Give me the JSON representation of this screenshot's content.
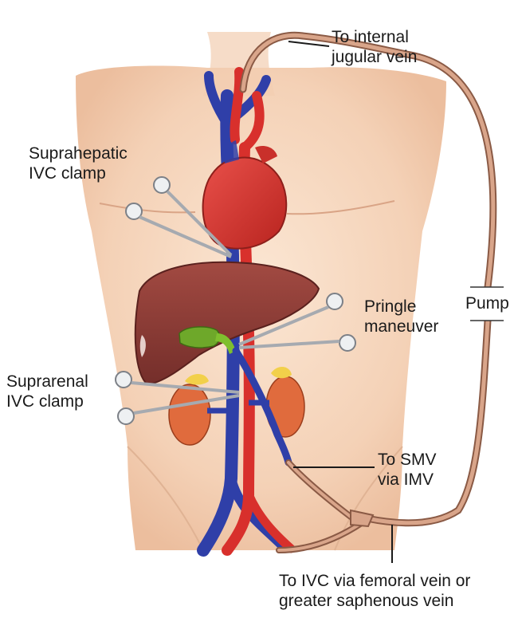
{
  "labels": {
    "internal_jugular": {
      "line1": "To internal",
      "line2": "jugular vein"
    },
    "suprahepatic_clamp": {
      "line1": "Suprahepatic",
      "line2": "IVC clamp"
    },
    "pringle": {
      "line1": "Pringle",
      "line2": "maneuver"
    },
    "pump": "Pump",
    "suprarenal_clamp": {
      "line1": "Suprarenal",
      "line2": "IVC clamp"
    },
    "smv": {
      "line1": "To SMV",
      "line2": "via IMV"
    },
    "femoral": {
      "line1": "To IVC via femoral vein or",
      "line2": "greater saphenous vein"
    }
  },
  "colors": {
    "skin": "#f6d7bf",
    "skin_shadow": "#e9b99a",
    "vein": "#2f3fa8",
    "artery": "#d8302c",
    "liver": "#8a3a34",
    "gallbladder": "#6ea82a",
    "kidney": "#e06b3d",
    "adrenal": "#f2d04a",
    "tubing": "#d9a58a",
    "tubing_edge": "#8a5a45",
    "clamp": "#b8bcc2"
  }
}
